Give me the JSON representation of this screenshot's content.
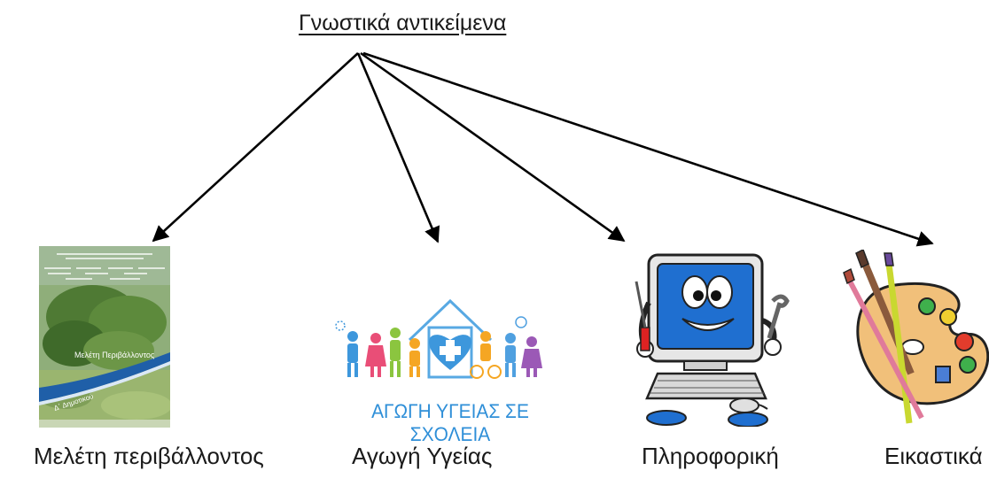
{
  "title": "Γνωστικά αντικείμενα",
  "subjects": [
    {
      "label": "Μελέτη περιβάλλοντος",
      "icon": "book-cover-icon",
      "book_title": "Μελέτη Περιβάλλοντος",
      "book_grade": "Δ΄ Δημοτικού"
    },
    {
      "label": "Αγωγή Υγείας",
      "icon": "health-education-logo",
      "logo_text": "ΑΓΩΓΗ ΥΓΕΙΑΣ ΣΕ ΣΧΟΛΕΙΑ"
    },
    {
      "label": "Πληροφορική",
      "icon": "computer-mascot-icon"
    },
    {
      "label": "Εικαστικά",
      "icon": "paint-palette-icon"
    }
  ],
  "colors": {
    "arrow": "#000000",
    "book_blue": "#1f5fa8",
    "logo_blue": "#2f8fd8",
    "screen_blue": "#1f6fd0"
  }
}
